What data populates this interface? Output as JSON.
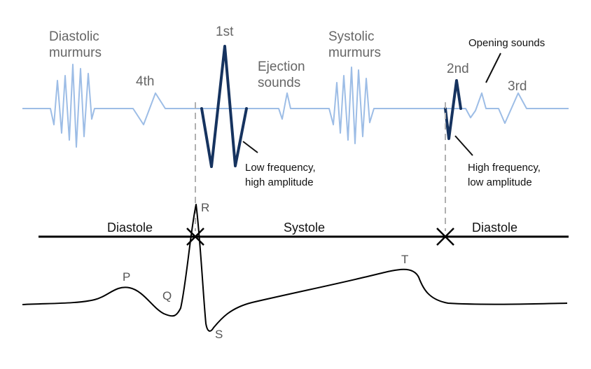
{
  "sound_labels": {
    "diastolic_murmurs": [
      "Diastolic",
      "murmurs"
    ],
    "fourth": "4th",
    "first": "1st",
    "ejection_sounds": [
      "Ejection",
      "sounds"
    ],
    "systolic_murmurs": [
      "Systolic",
      "murmurs"
    ],
    "second": "2nd",
    "third": "3rd",
    "opening_sounds": "Opening sounds"
  },
  "annotations": {
    "low_freq": [
      "Low frequency,",
      "high amplitude"
    ],
    "high_freq": [
      "High frequency,",
      "low amplitude"
    ]
  },
  "phases": {
    "diastole_left": "Diastole",
    "systole": "Systole",
    "diastole_right": "Diastole"
  },
  "ecg_labels": {
    "p": "P",
    "q": "Q",
    "r": "R",
    "s": "S",
    "t": "T"
  },
  "colors": {
    "light_wave": "#9dbde6",
    "dark_wave": "#16335f",
    "guide": "#b0b0b0",
    "ecg": "#000000"
  }
}
